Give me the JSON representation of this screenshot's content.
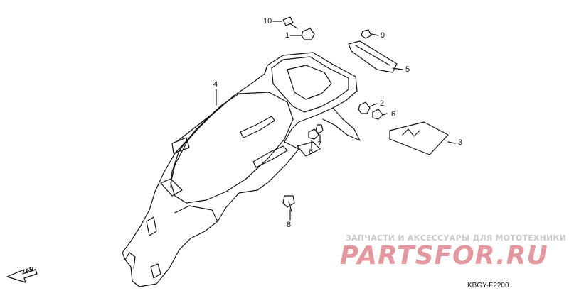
{
  "diagram": {
    "figure_code": "KBGY-F2200",
    "direction_label": "FR.",
    "callouts": [
      "1",
      "2",
      "3",
      "4",
      "5",
      "6",
      "6",
      "7",
      "8",
      "9",
      "10"
    ]
  },
  "watermark": {
    "ru_text": "ЗАПЧАСТИ И АКСЕССУАРЫ ДЛЯ МОТОТЕХНИКИ",
    "brand_text": "PARTSFOR.RU",
    "color": "#e3979e"
  }
}
